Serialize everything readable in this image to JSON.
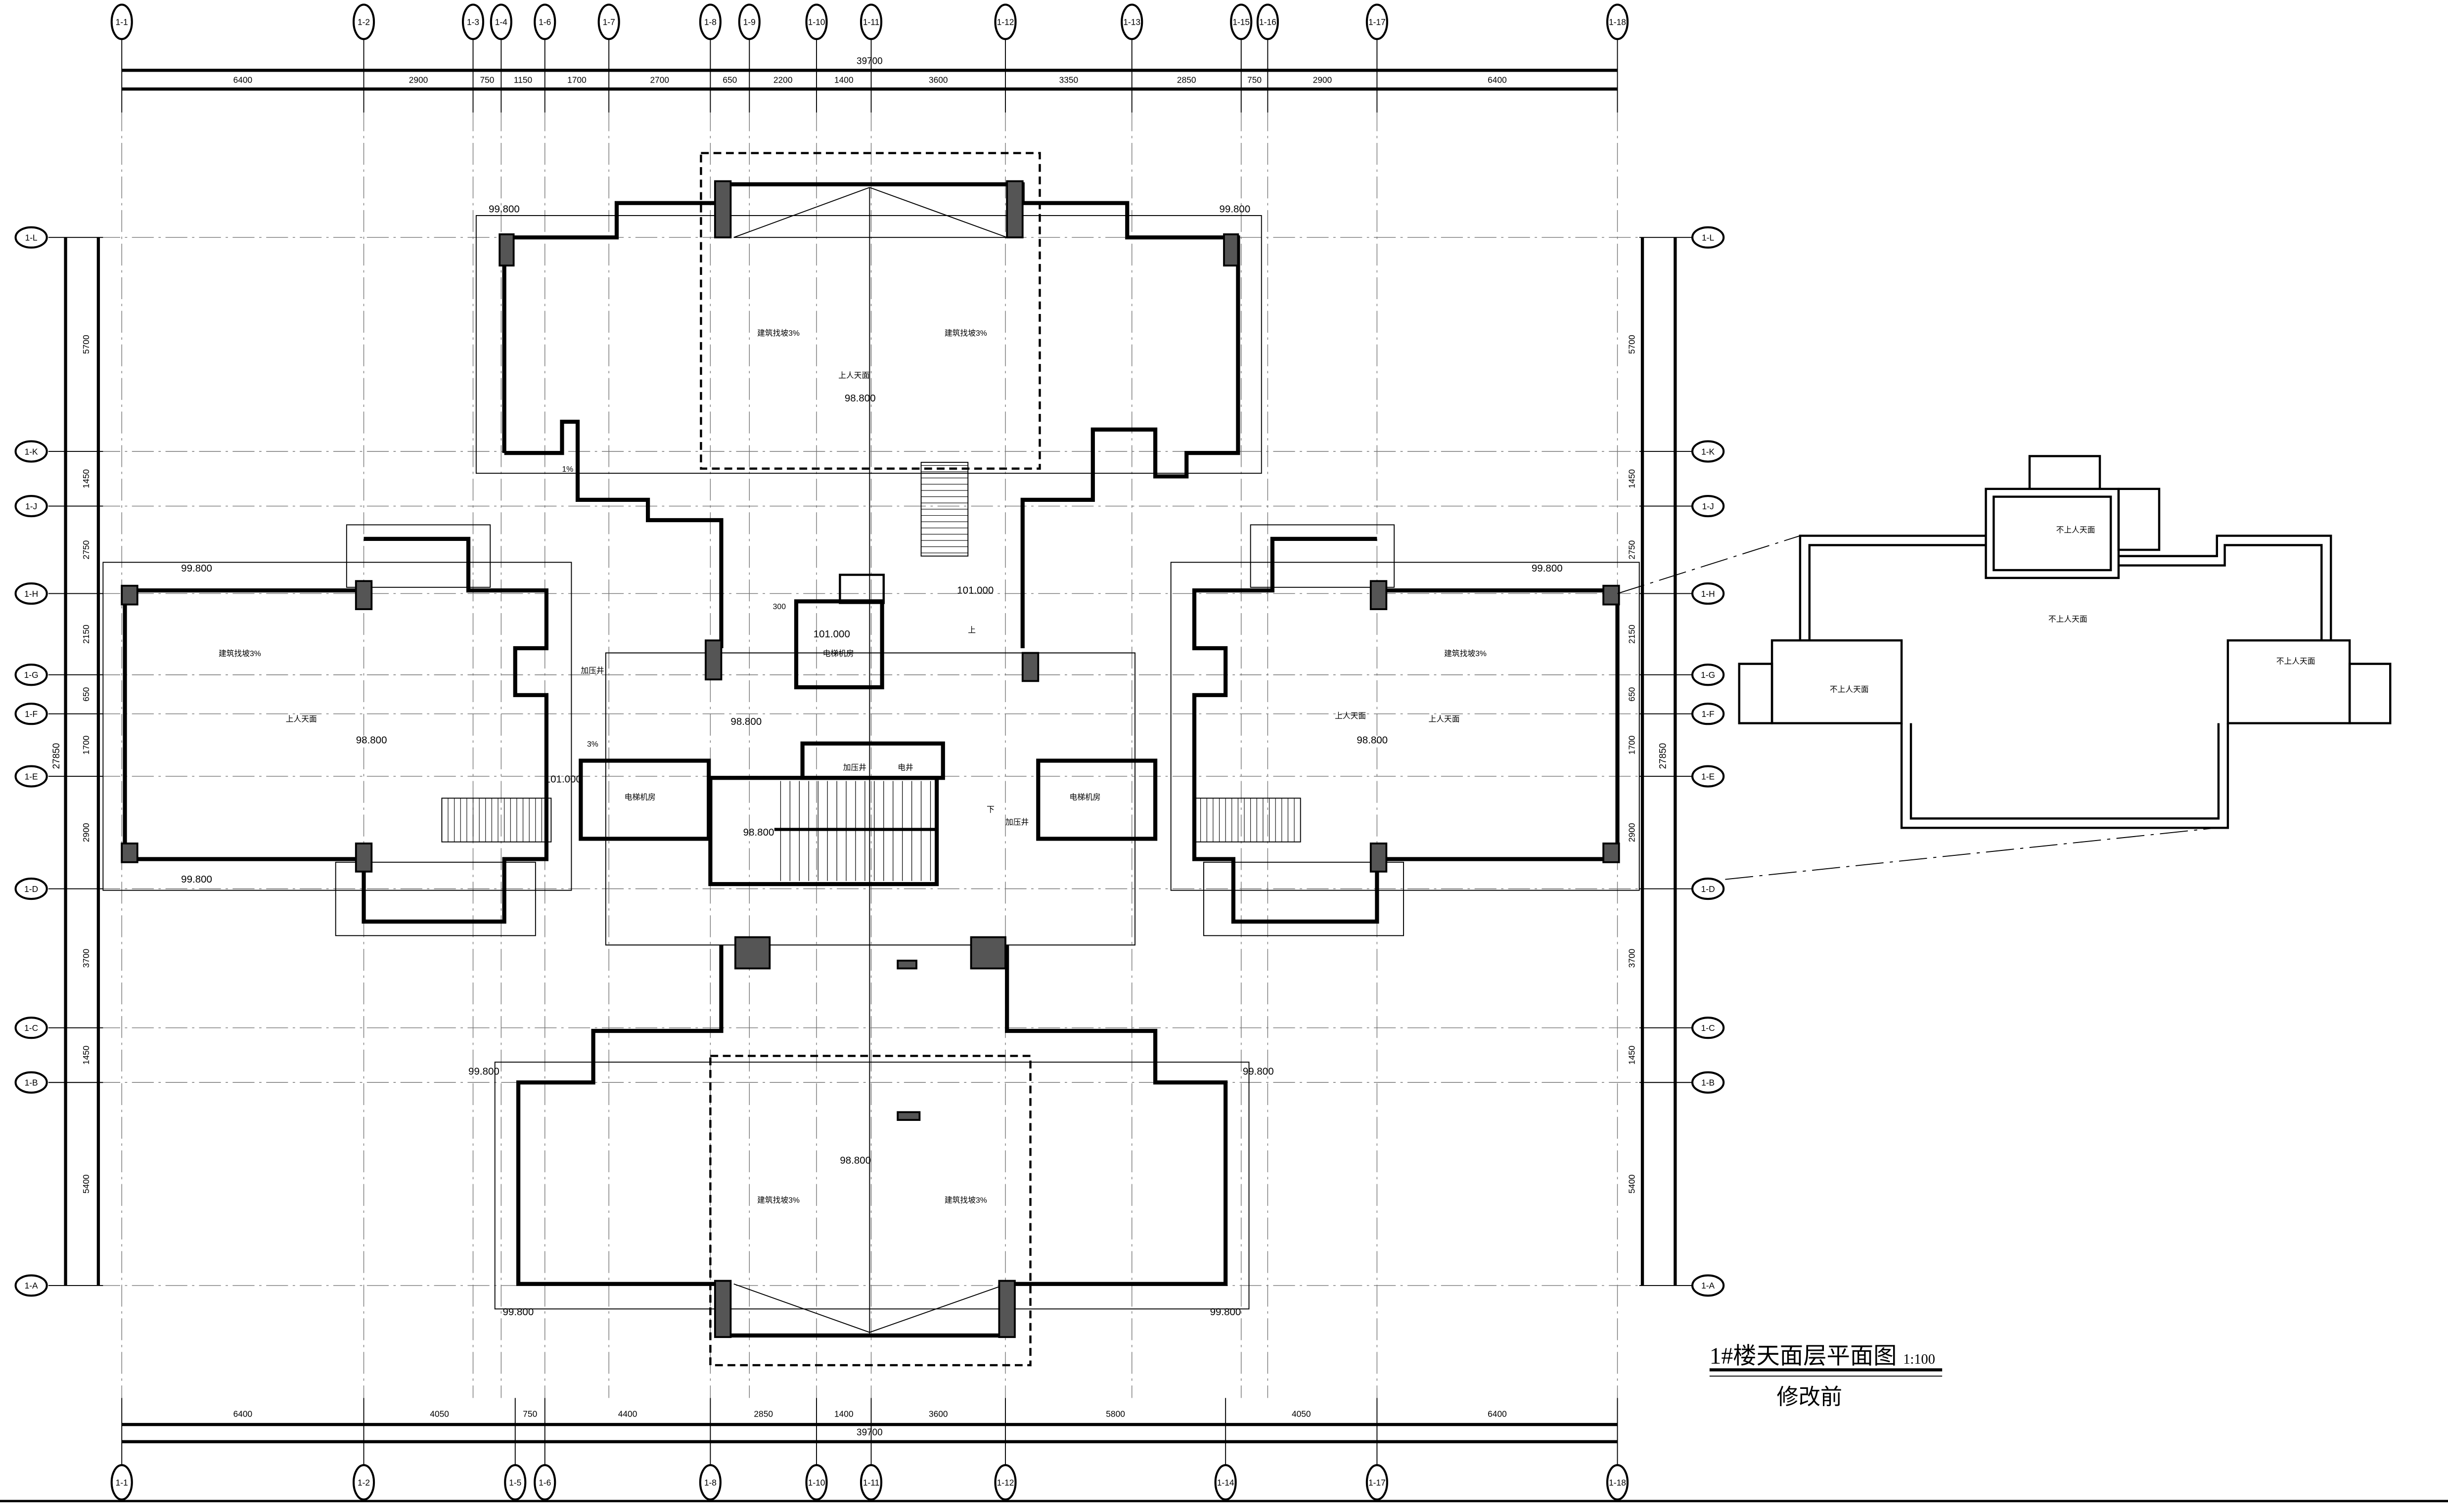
{
  "title": {
    "main": "1#楼天面层平面图",
    "scale": "1:100",
    "subtitle": "修改前"
  },
  "axes": {
    "top_columns": [
      "1-1",
      "1-2",
      "1-3",
      "1-4",
      "1-6",
      "1-7",
      "1-8",
      "1-9",
      "1-10",
      "1-11",
      "1-12",
      "1-13",
      "1-15",
      "1-16",
      "1-17",
      "1-18"
    ],
    "bottom_columns": [
      "1-1",
      "1-2",
      "1-5",
      "1-6",
      "1-8",
      "1-10",
      "1-11",
      "1-12",
      "1-14",
      "1-17",
      "1-18"
    ],
    "rows": [
      "1-L",
      "1-K",
      "1-J",
      "1-H",
      "1-G",
      "1-F",
      "1-E",
      "1-D",
      "1-C",
      "1-B",
      "1-A"
    ]
  },
  "dimensions": {
    "top_segments": [
      "6400",
      "2900",
      "750",
      "1150",
      "1700",
      "2700",
      "650",
      "2200",
      "1400",
      "3600",
      "3350",
      "2850",
      "750",
      "2900",
      "6400"
    ],
    "top_total": "39700",
    "bottom_segments": [
      "6400",
      "4050",
      "750",
      "4400",
      "2850",
      "1400",
      "3600",
      "5800",
      "4050",
      "6400"
    ],
    "bottom_total": "39700",
    "side_segments": [
      "5700",
      "1450",
      "2750",
      "2150",
      "650",
      "1700",
      "2900",
      "3700",
      "1450",
      "5400"
    ],
    "side_total": "27850"
  },
  "elevations": {
    "roof": "98.800",
    "parapet": "99.800",
    "machine_room": "101.000"
  },
  "labels": {
    "accessible_roof": "上人天面",
    "slope_fill": "建筑找坡3%",
    "elevator_machine_room": "电梯机房",
    "pressurization_shaft": "加压井",
    "electrical_shaft": "电井",
    "non_accessible_roof": "不上人天面",
    "slope_1": "1%",
    "slope_3": "3%",
    "height_300": "300",
    "up": "上",
    "down": "下"
  }
}
